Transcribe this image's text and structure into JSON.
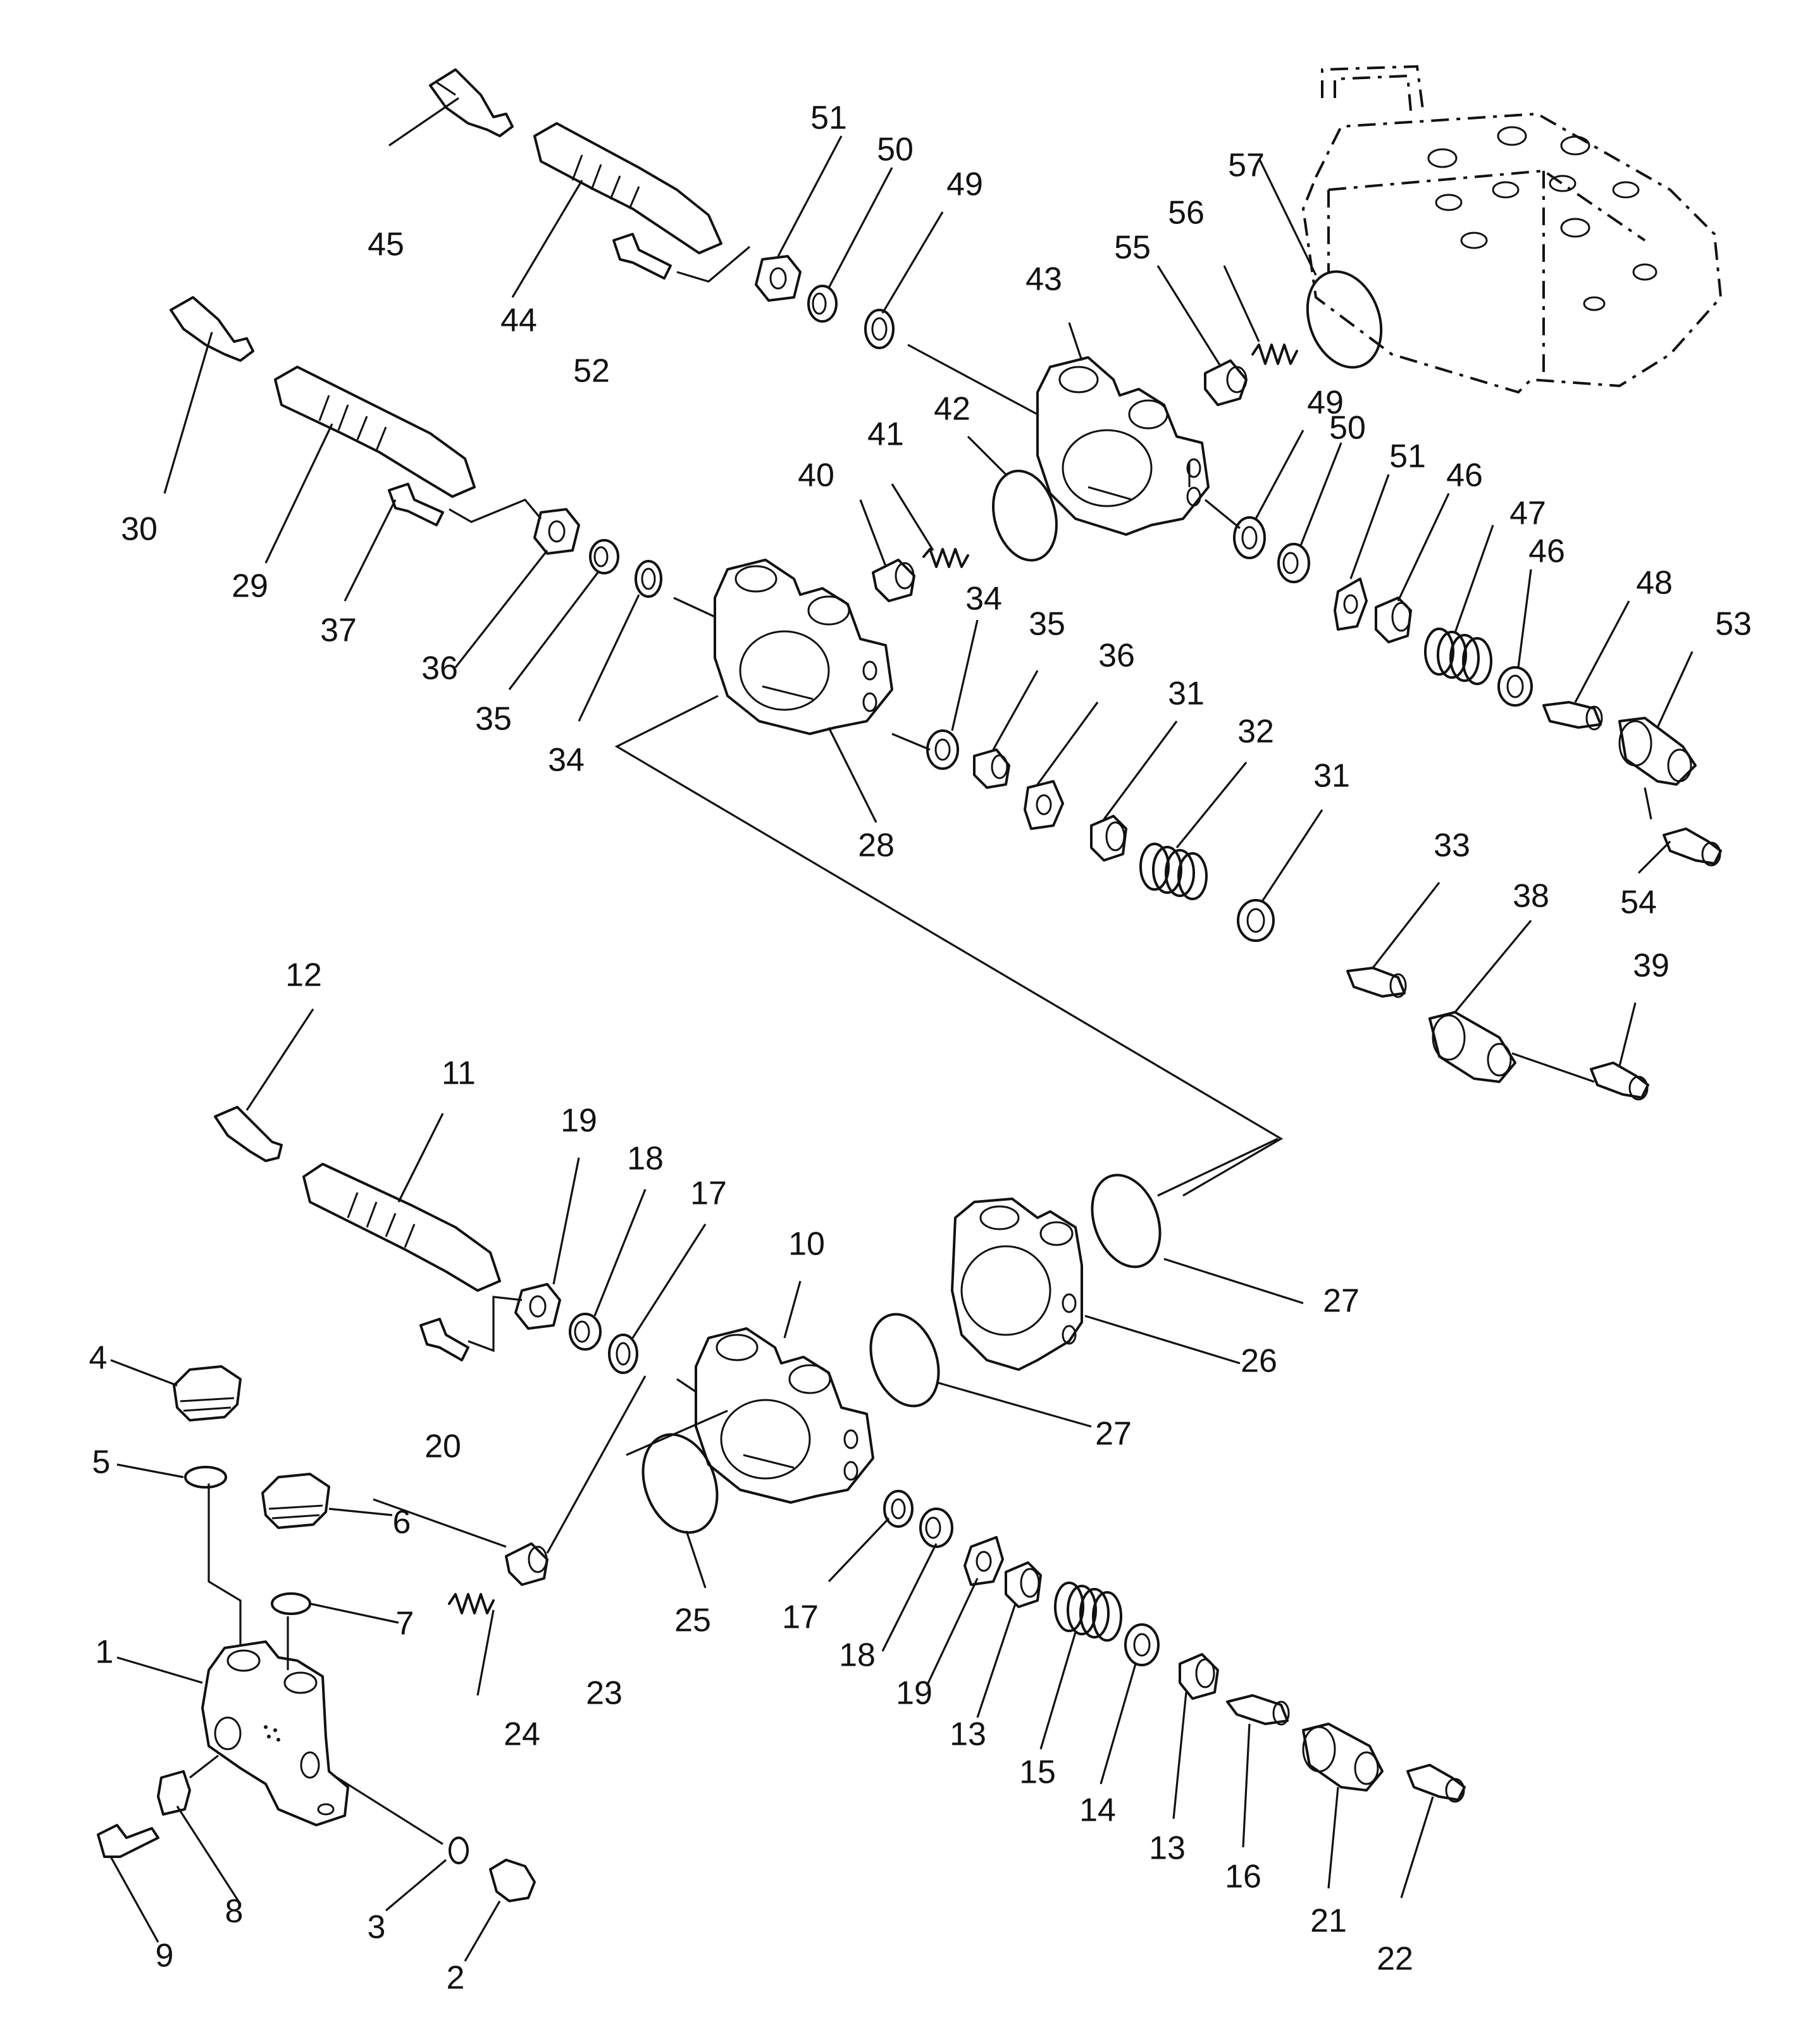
{
  "callouts": [
    {
      "id": "c1",
      "label": "1"
    },
    {
      "id": "c2",
      "label": "2"
    },
    {
      "id": "c3",
      "label": "3"
    },
    {
      "id": "c4",
      "label": "4"
    },
    {
      "id": "c5",
      "label": "5"
    },
    {
      "id": "c6",
      "label": "6"
    },
    {
      "id": "c7",
      "label": "7"
    },
    {
      "id": "c8",
      "label": "8"
    },
    {
      "id": "c9",
      "label": "9"
    },
    {
      "id": "c10",
      "label": "10"
    },
    {
      "id": "c11",
      "label": "11"
    },
    {
      "id": "c12",
      "label": "12"
    },
    {
      "id": "c13a",
      "label": "13"
    },
    {
      "id": "c13b",
      "label": "13"
    },
    {
      "id": "c14",
      "label": "14"
    },
    {
      "id": "c15",
      "label": "15"
    },
    {
      "id": "c16",
      "label": "16"
    },
    {
      "id": "c17a",
      "label": "17"
    },
    {
      "id": "c17b",
      "label": "17"
    },
    {
      "id": "c18a",
      "label": "18"
    },
    {
      "id": "c18b",
      "label": "18"
    },
    {
      "id": "c19a",
      "label": "19"
    },
    {
      "id": "c19b",
      "label": "19"
    },
    {
      "id": "c20",
      "label": "20"
    },
    {
      "id": "c21",
      "label": "21"
    },
    {
      "id": "c22",
      "label": "22"
    },
    {
      "id": "c23",
      "label": "23"
    },
    {
      "id": "c24",
      "label": "24"
    },
    {
      "id": "c25",
      "label": "25"
    },
    {
      "id": "c26",
      "label": "26"
    },
    {
      "id": "c27a",
      "label": "27"
    },
    {
      "id": "c27b",
      "label": "27"
    },
    {
      "id": "c28",
      "label": "28"
    },
    {
      "id": "c29",
      "label": "29"
    },
    {
      "id": "c30",
      "label": "30"
    },
    {
      "id": "c31a",
      "label": "31"
    },
    {
      "id": "c31b",
      "label": "31"
    },
    {
      "id": "c32",
      "label": "32"
    },
    {
      "id": "c33",
      "label": "33"
    },
    {
      "id": "c34a",
      "label": "34"
    },
    {
      "id": "c34b",
      "label": "34"
    },
    {
      "id": "c35a",
      "label": "35"
    },
    {
      "id": "c35b",
      "label": "35"
    },
    {
      "id": "c36a",
      "label": "36"
    },
    {
      "id": "c36b",
      "label": "36"
    },
    {
      "id": "c37",
      "label": "37"
    },
    {
      "id": "c38",
      "label": "38"
    },
    {
      "id": "c39",
      "label": "39"
    },
    {
      "id": "c40",
      "label": "40"
    },
    {
      "id": "c41",
      "label": "41"
    },
    {
      "id": "c42",
      "label": "42"
    },
    {
      "id": "c43",
      "label": "43"
    },
    {
      "id": "c44",
      "label": "44"
    },
    {
      "id": "c45",
      "label": "45"
    },
    {
      "id": "c46a",
      "label": "46"
    },
    {
      "id": "c46b",
      "label": "46"
    },
    {
      "id": "c47",
      "label": "47"
    },
    {
      "id": "c48",
      "label": "48"
    },
    {
      "id": "c49a",
      "label": "49"
    },
    {
      "id": "c49b",
      "label": "49"
    },
    {
      "id": "c50a",
      "label": "50"
    },
    {
      "id": "c50b",
      "label": "50"
    },
    {
      "id": "c51a",
      "label": "51"
    },
    {
      "id": "c51b",
      "label": "51"
    },
    {
      "id": "c52",
      "label": "52"
    },
    {
      "id": "c53",
      "label": "53"
    },
    {
      "id": "c54",
      "label": "54"
    },
    {
      "id": "c55",
      "label": "55"
    },
    {
      "id": "c56",
      "label": "56"
    },
    {
      "id": "c57",
      "label": "57"
    }
  ]
}
